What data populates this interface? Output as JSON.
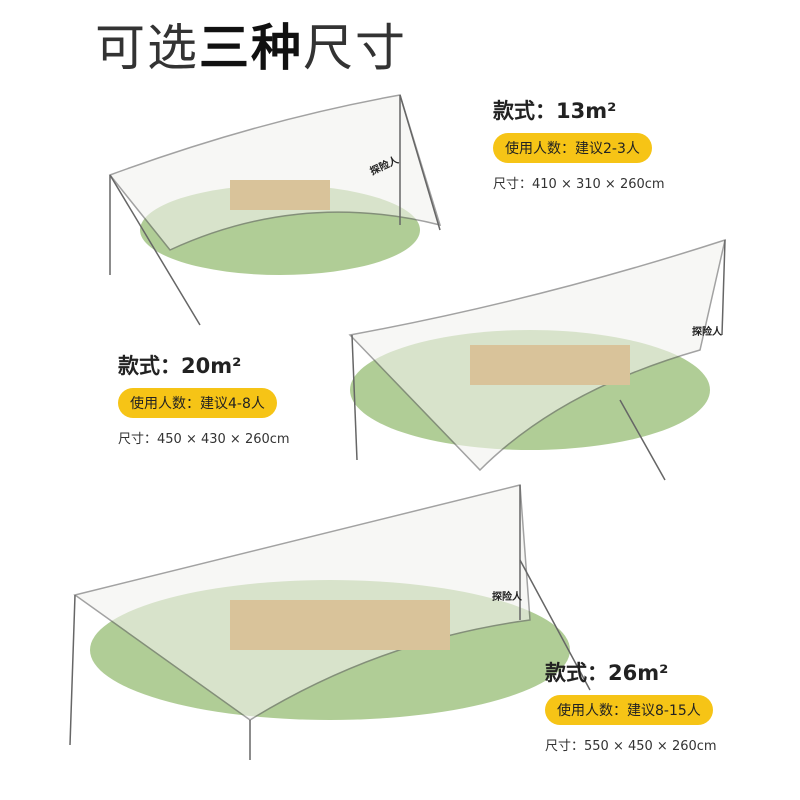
{
  "title": {
    "normal": "可选",
    "bold": "三种",
    "rest": "尺寸"
  },
  "logo": "探险人",
  "specs": [
    {
      "name": "款式：13m²",
      "people": "使用人数：建议2-3人",
      "size": "尺寸：410 × 310 × 260cm"
    },
    {
      "name": "款式：20m²",
      "people": "使用人数：建议4-8人",
      "size": "尺寸：450 × 430 × 260cm"
    },
    {
      "name": "款式：26m²",
      "people": "使用人数：建议8-15人",
      "size": "尺寸：550 × 450 × 260cm"
    }
  ],
  "colors": {
    "accent": "#f6c416",
    "grass": "#8fb869"
  }
}
